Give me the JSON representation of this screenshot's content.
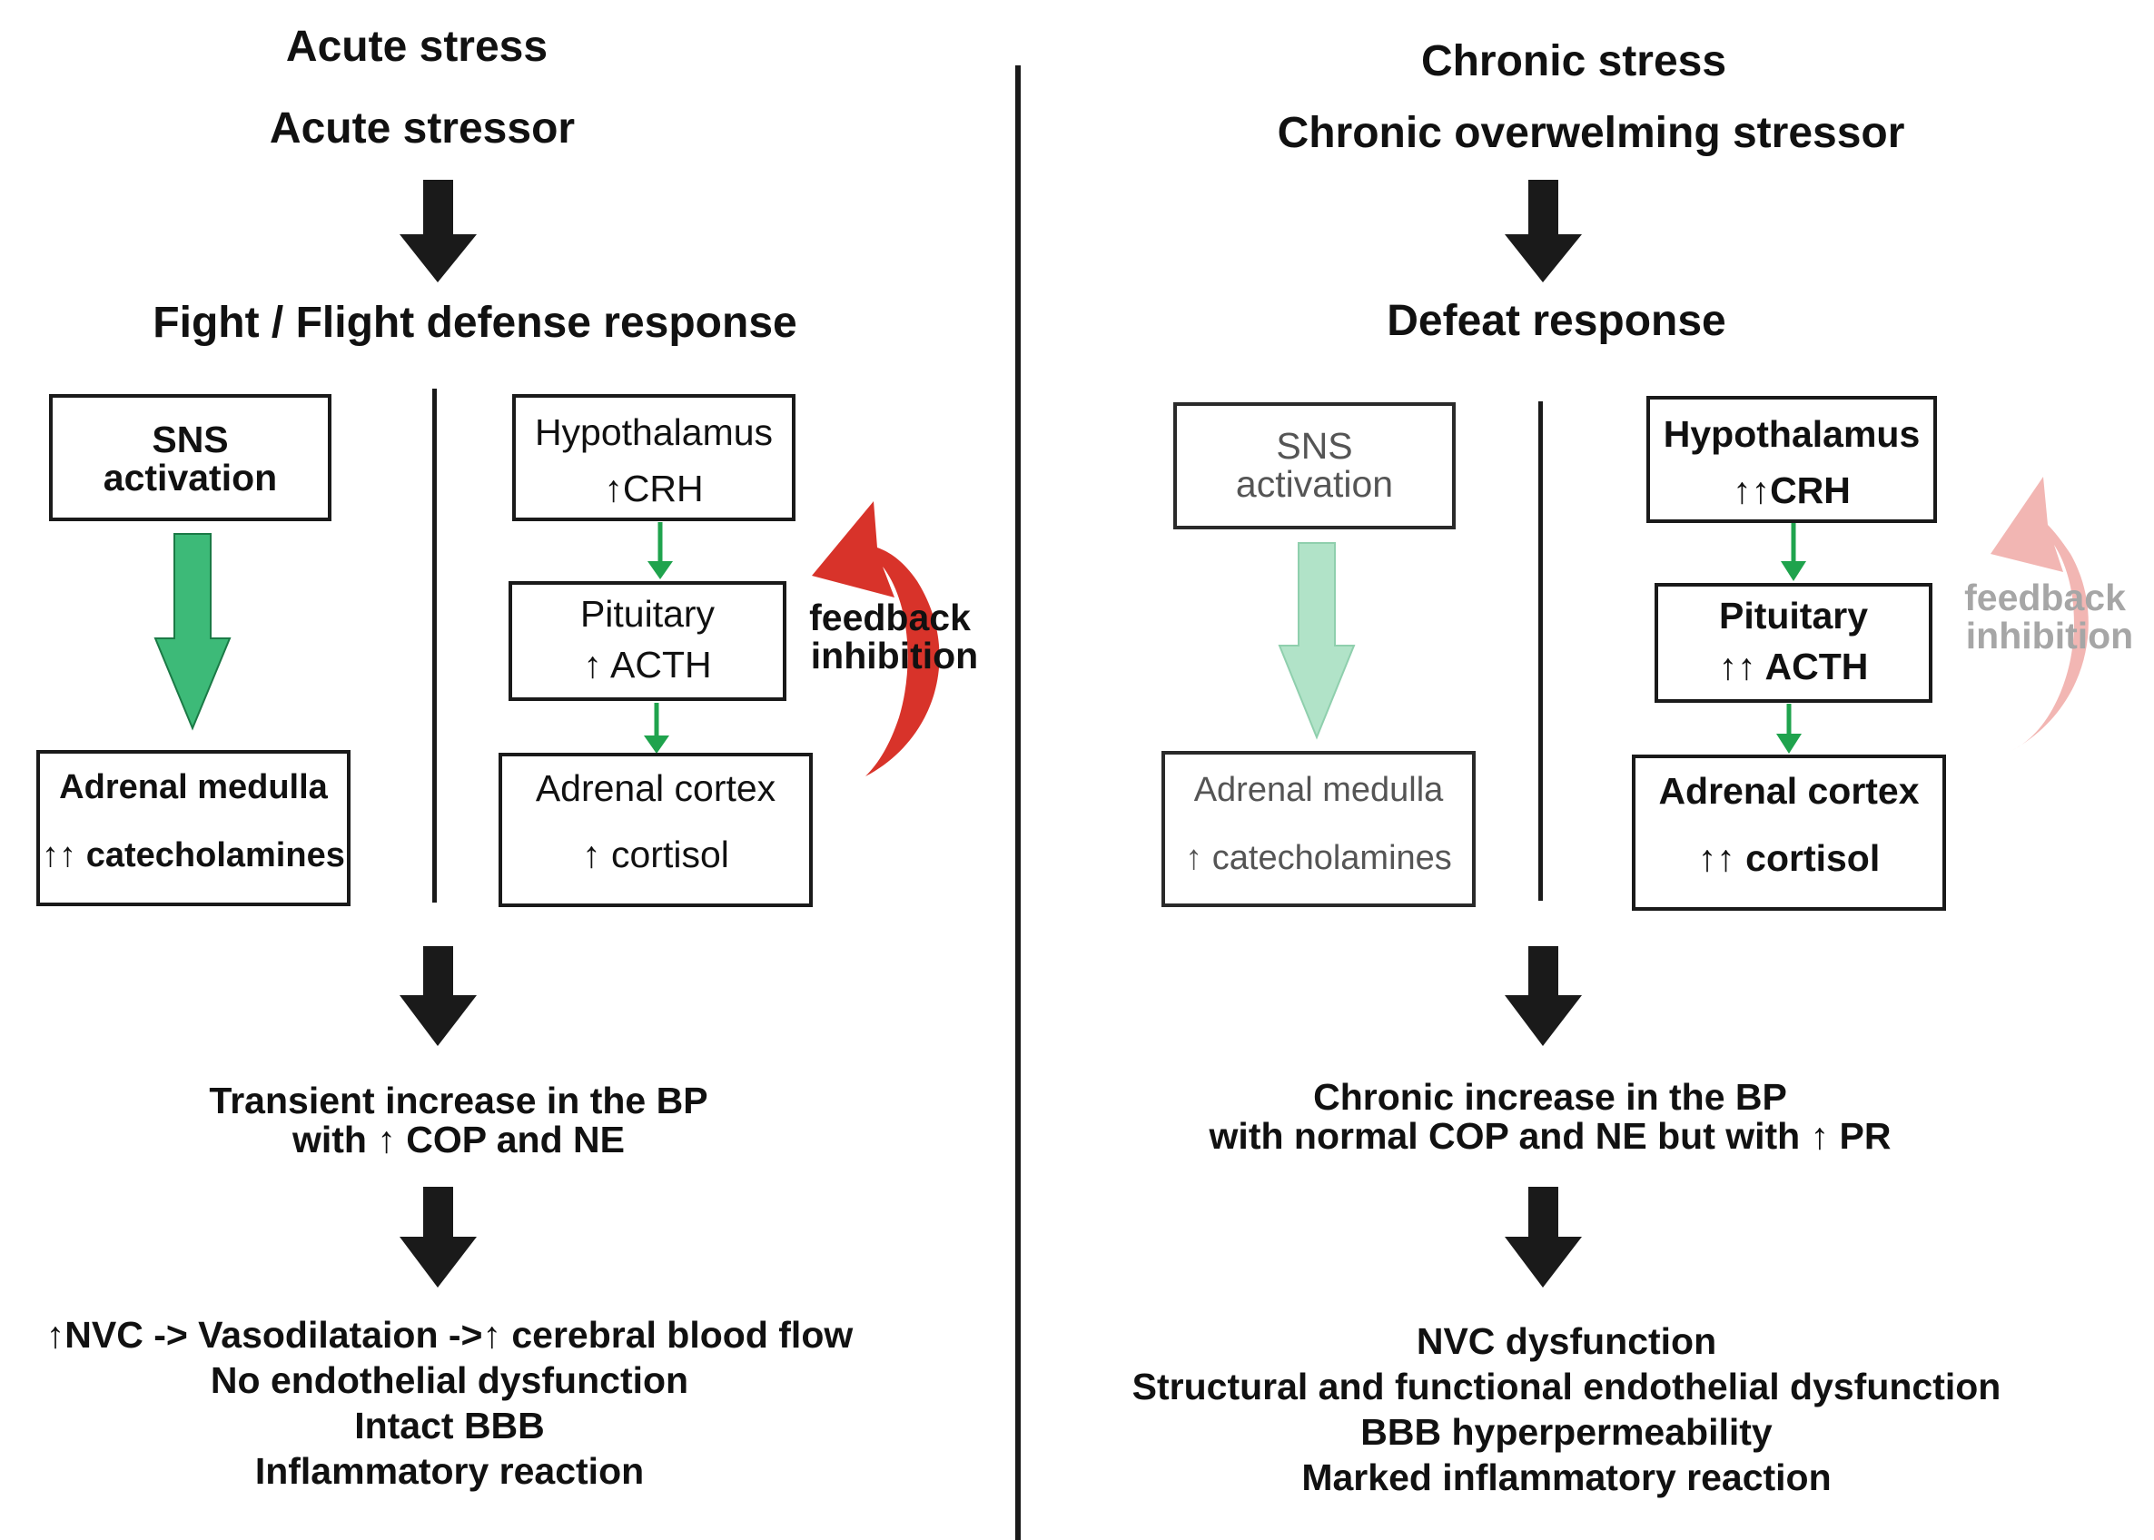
{
  "colors": {
    "black_arrow": "#1a1a1a",
    "green_arrow": "#3dba78",
    "green_arrow_faded": "#b1e3c8",
    "small_green_arrow": "#1fa34d",
    "feedback_red": "#d8332a",
    "feedback_red_faded": "#f2b6b3",
    "faded_text": "#555555",
    "feedback_faded_text": "#a6a6a6"
  },
  "acute": {
    "title": "Acute stress",
    "stressor": "Acute stressor",
    "response": "Fight / Flight defense response",
    "sns_box": {
      "line1": "SNS",
      "line2": "activation"
    },
    "adrenal_medulla": {
      "title": "Adrenal medulla",
      "value": "↑↑ catecholamines"
    },
    "hypothalamus": {
      "title": "Hypothalamus",
      "value": "↑CRH"
    },
    "pituitary": {
      "title": "Pituitary",
      "value": "↑ ACTH"
    },
    "adrenal_cortex": {
      "title": "Adrenal cortex",
      "value": "↑ cortisol"
    },
    "feedback": {
      "line1": "feedback",
      "line2": "inhibition"
    },
    "bp": {
      "line1": "Transient increase in the BP",
      "line2": "with ↑ COP and NE"
    },
    "outcomes": [
      "↑NVC -> Vasodilataion ->↑ cerebral blood flow",
      "No endothelial dysfunction",
      "Intact BBB",
      "Inflammatory reaction"
    ]
  },
  "chronic": {
    "title": "Chronic stress",
    "stressor": "Chronic overwelming stressor",
    "response": "Defeat response",
    "sns_box": {
      "line1": "SNS",
      "line2": "activation"
    },
    "adrenal_medulla": {
      "title": "Adrenal medulla",
      "value": "↑ catecholamines"
    },
    "hypothalamus": {
      "title": "Hypothalamus",
      "value": "↑↑CRH"
    },
    "pituitary": {
      "title": "Pituitary",
      "value": "↑↑ ACTH"
    },
    "adrenal_cortex": {
      "title": "Adrenal cortex",
      "value": "↑↑ cortisol"
    },
    "feedback": {
      "line1": "feedback",
      "line2": "inhibition"
    },
    "bp": {
      "line1": "Chronic increase in the BP",
      "line2": "with normal COP and NE but with ↑ PR"
    },
    "outcomes": [
      "NVC dysfunction",
      "Structural and functional endothelial dysfunction",
      "BBB hyperpermeability",
      "Marked inflammatory reaction"
    ]
  }
}
